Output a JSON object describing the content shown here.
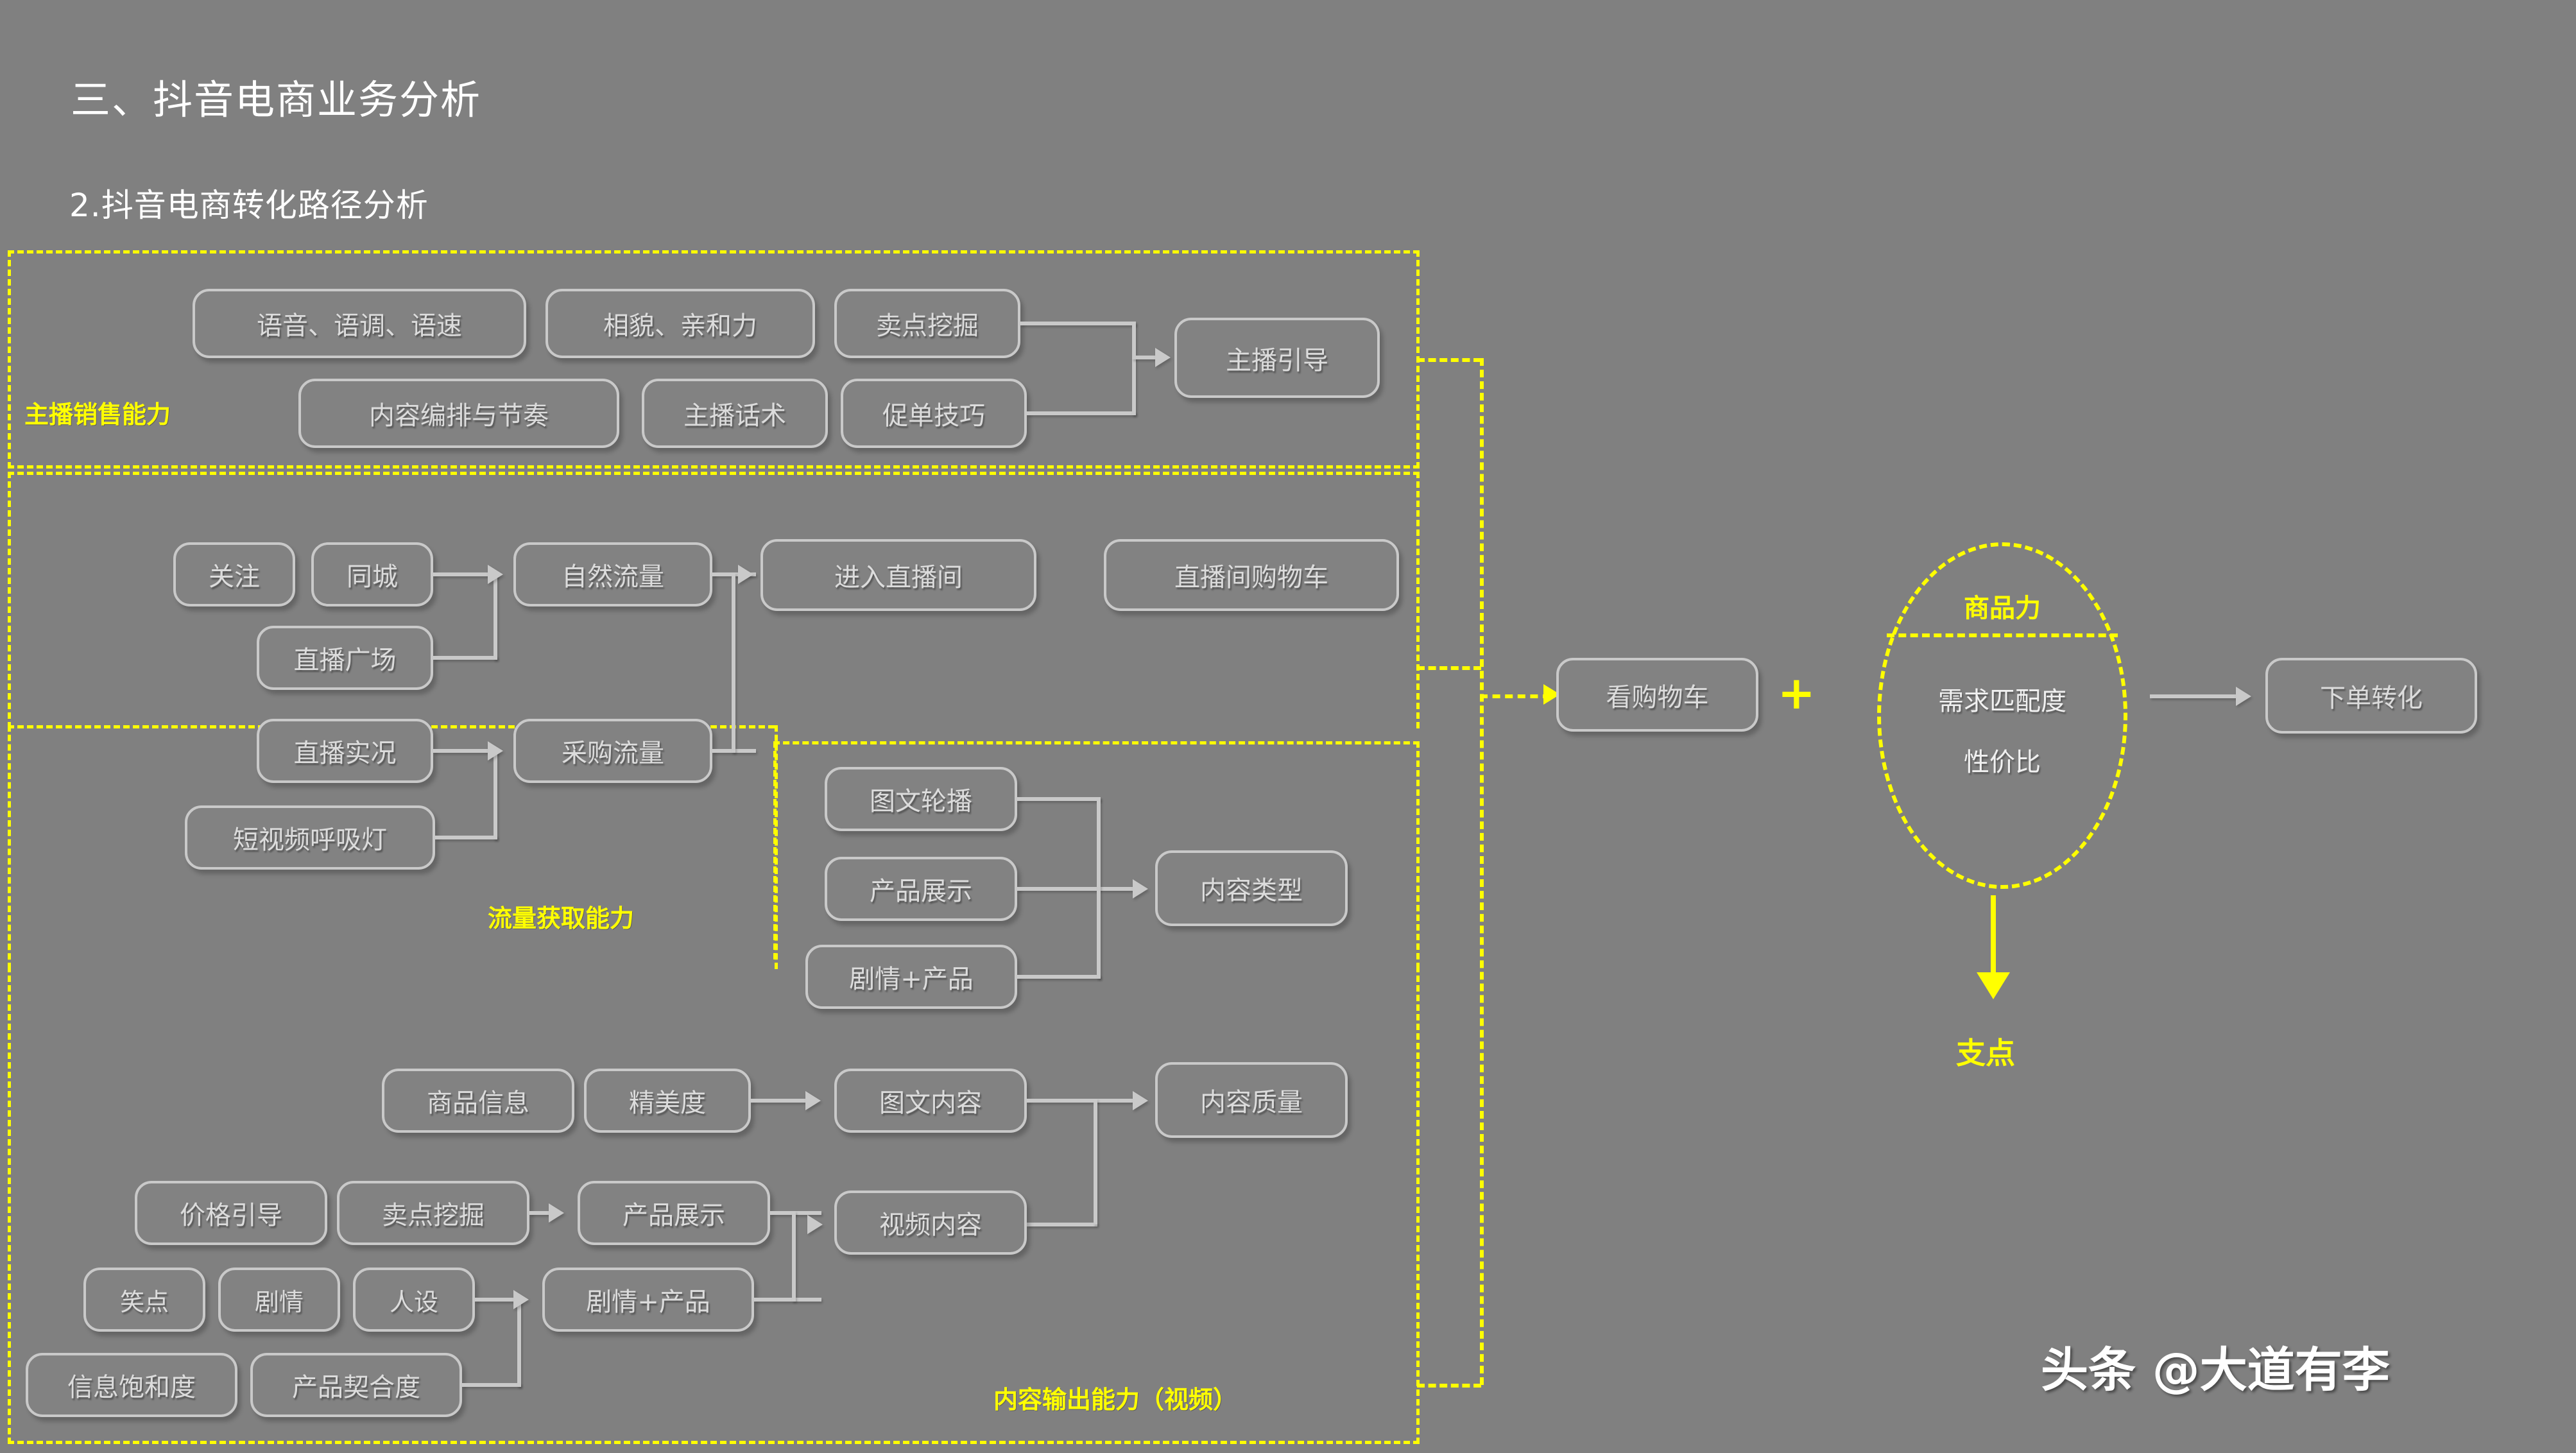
{
  "page": {
    "background_color": "#808080",
    "accent_color": "#ffff00",
    "node_text_color": "#dcdcdc",
    "title": "三、抖音电商业务分析",
    "subtitle": "2.抖音电商转化路径分析",
    "watermark": "头条 @大道有李"
  },
  "groups": {
    "anchor_sales": {
      "label": "主播销售能力"
    },
    "traffic": {
      "label": "流量获取能力"
    },
    "content_output": {
      "label": "内容输出能力（视频）"
    }
  },
  "nodes": {
    "voice_tone_speed": "语音、语调、语速",
    "appearance_affinity": "相貌、亲和力",
    "selling_point_mining": "卖点挖掘",
    "content_arrangement_rhythm": "内容编排与节奏",
    "anchor_script": "主播话术",
    "order_push_skill": "促单技巧",
    "anchor_guidance": "主播引导",
    "follow": "关注",
    "same_city": "同城",
    "live_plaza": "直播广场",
    "live_stream": "直播实况",
    "short_video_light": "短视频呼吸灯",
    "natural_traffic": "自然流量",
    "purchased_traffic": "采购流量",
    "enter_live_room": "进入直播间",
    "live_room_cart": "直播间购物车",
    "image_text_carousel": "图文轮播",
    "product_display_top": "产品展示",
    "plot_product_top": "剧情+产品",
    "content_type": "内容类型",
    "product_info": "商品信息",
    "exquisiteness": "精美度",
    "image_text_content": "图文内容",
    "content_quality": "内容质量",
    "price_guidance": "价格引导",
    "selling_point_mining_2": "卖点挖掘",
    "product_display_bottom": "产品展示",
    "laugh_point": "笑点",
    "plot": "剧情",
    "persona": "人设",
    "plot_product_bottom": "剧情+产品",
    "info_saturation": "信息饱和度",
    "product_fit": "产品契合度",
    "video_content": "视频内容",
    "view_cart": "看购物车",
    "order_conversion": "下单转化"
  },
  "combiner": {
    "plus": "+"
  },
  "product_power": {
    "title": "商品力",
    "lines": [
      "需求匹配度",
      "性价比"
    ]
  },
  "fulcrum": {
    "label": "支点"
  }
}
